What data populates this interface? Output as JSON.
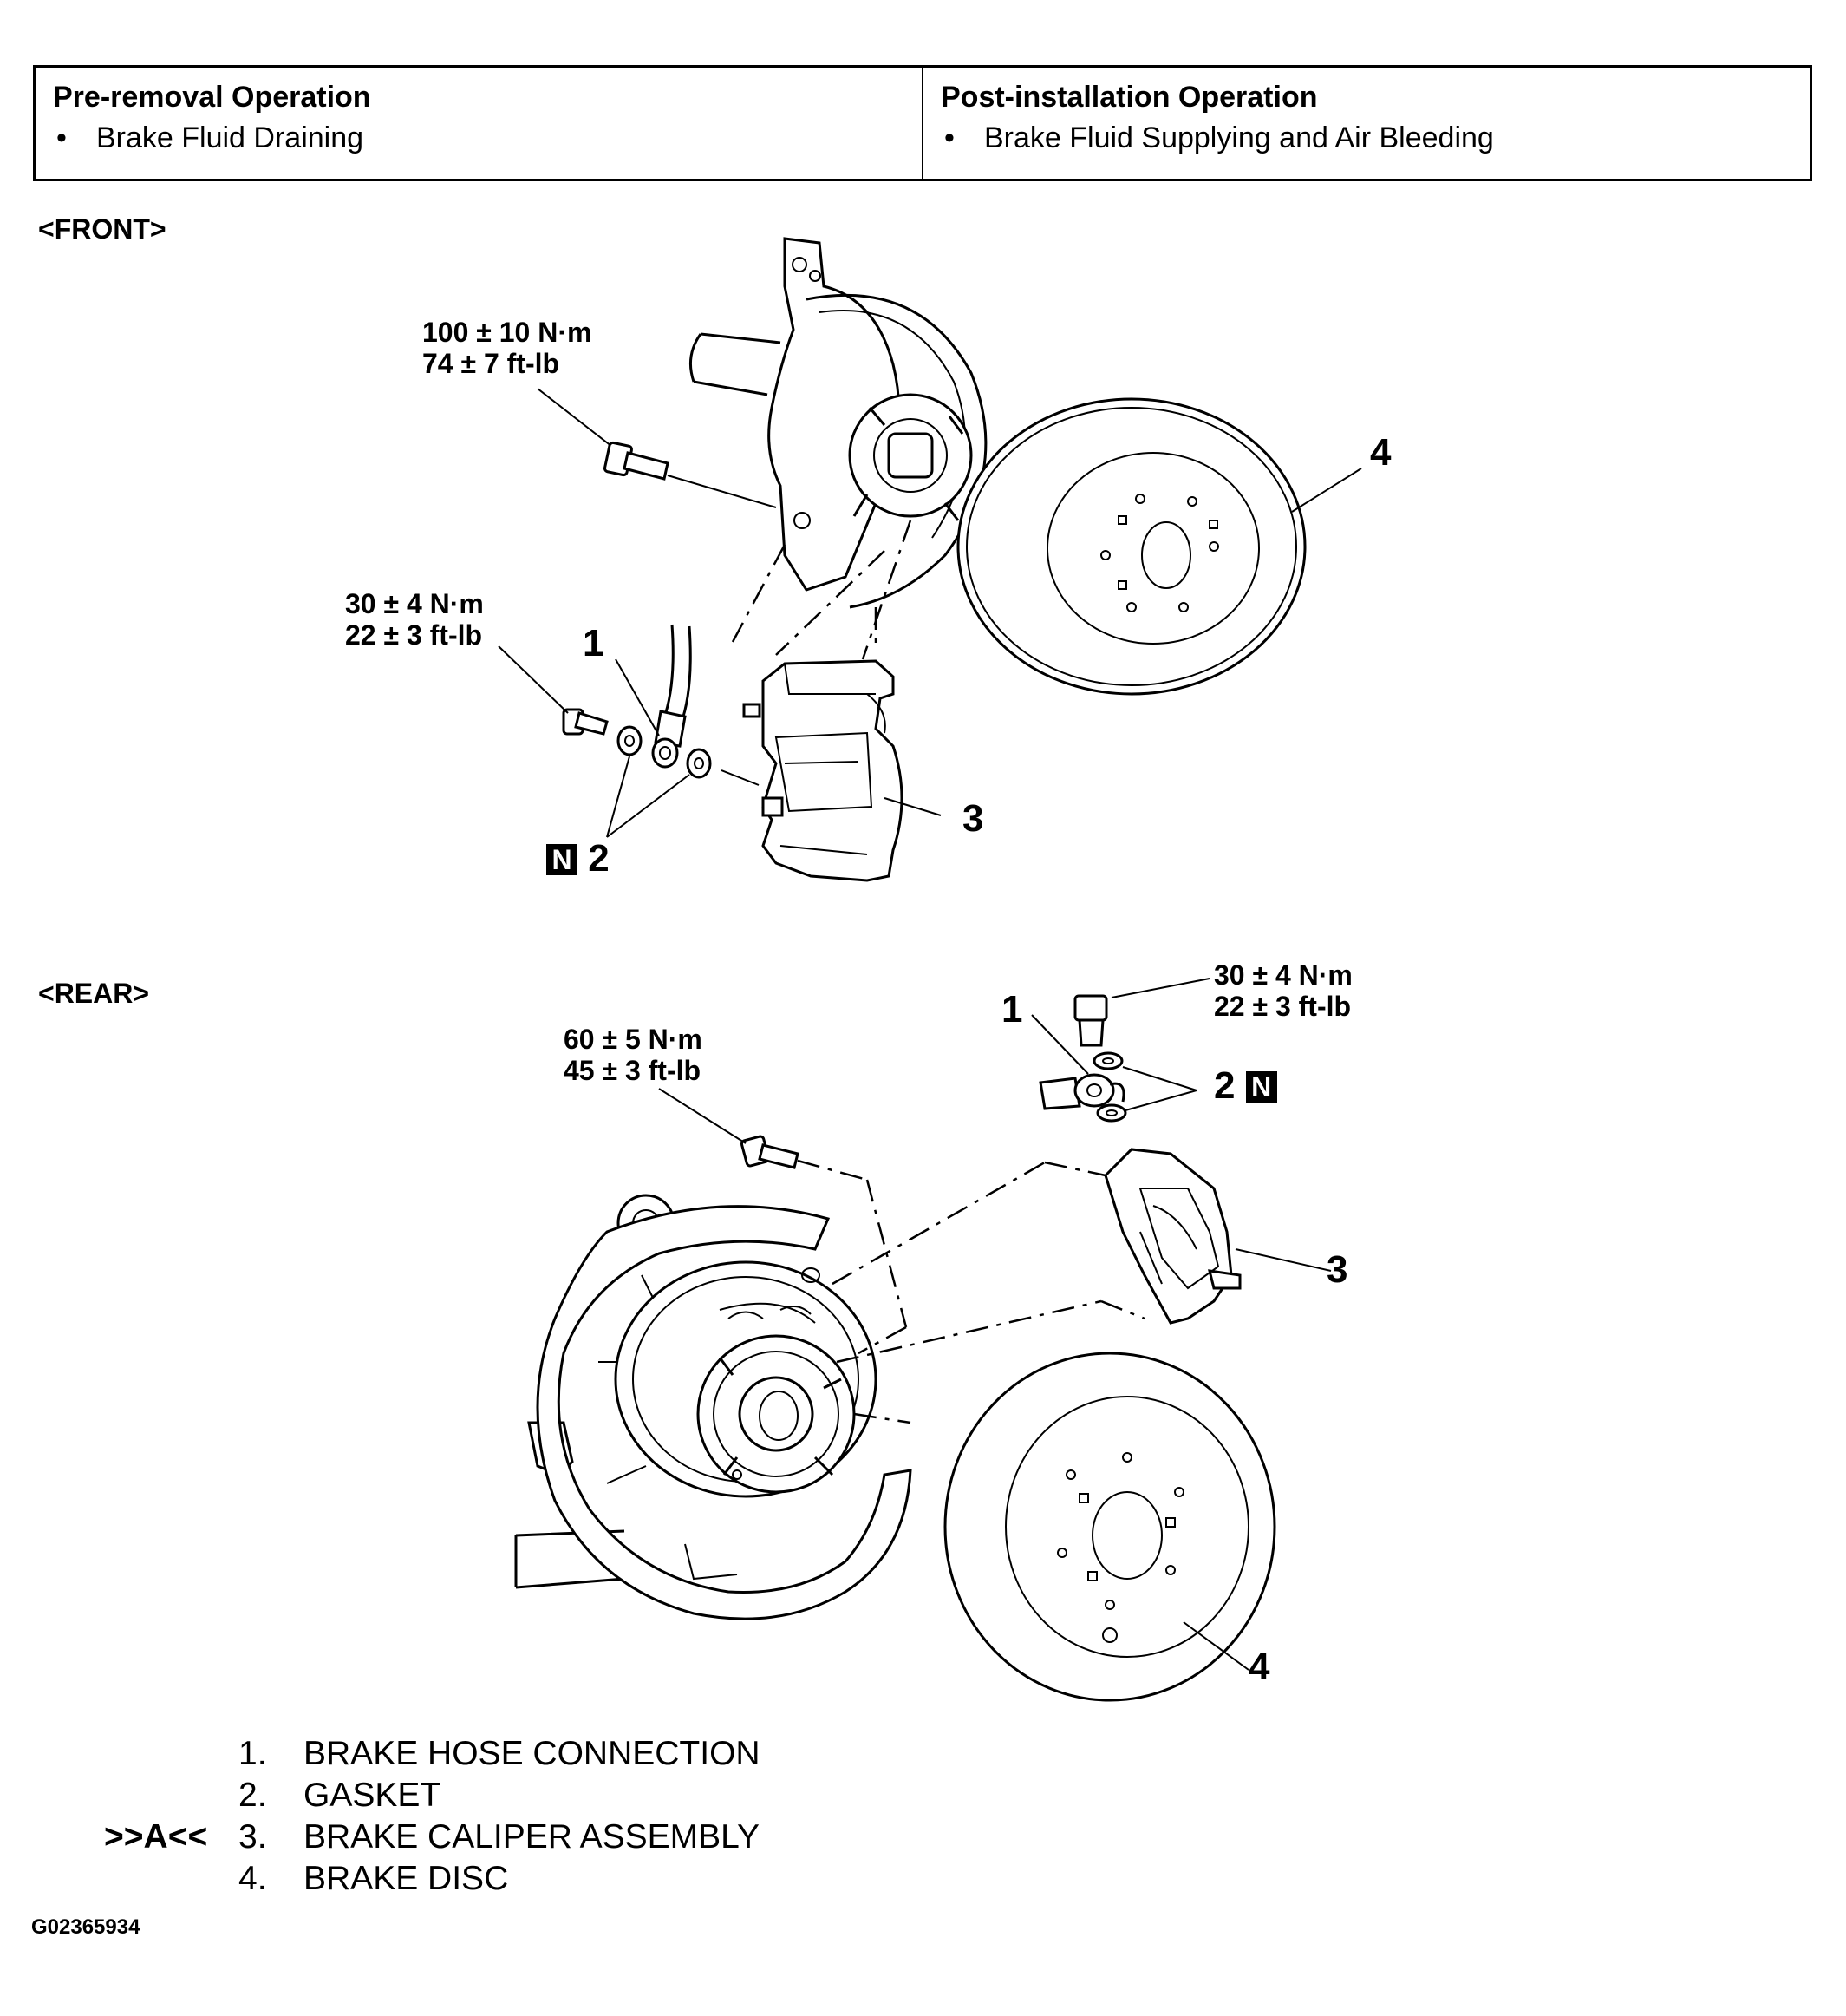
{
  "operations": {
    "pre_removal": {
      "heading": "Pre-removal Operation",
      "items": [
        "Brake Fluid Draining"
      ]
    },
    "post_installation": {
      "heading": "Post-installation Operation",
      "items": [
        "Brake Fluid Supplying and Air Bleeding"
      ]
    },
    "bullet": "•"
  },
  "sections": {
    "front": {
      "label": "<FRONT>",
      "torque_upper": {
        "metric": "100 ± 10 N·m",
        "imperial": "74 ± 7 ft-lb"
      },
      "torque_lower": {
        "metric": "30 ± 4 N·m",
        "imperial": "22 ± 3 ft-lb"
      },
      "callouts": [
        "1",
        "2",
        "3",
        "4"
      ],
      "n_mark": "N"
    },
    "rear": {
      "label": "<REAR>",
      "torque_left": {
        "metric": "60 ± 5 N·m",
        "imperial": "45 ± 3 ft-lb"
      },
      "torque_right": {
        "metric": "30 ± 4 N·m",
        "imperial": "22 ± 3 ft-lb"
      },
      "callouts": [
        "1",
        "2",
        "3",
        "4"
      ],
      "n_mark": "N"
    }
  },
  "legend": [
    {
      "tag": "",
      "num": "1.",
      "text": "BRAKE HOSE CONNECTION"
    },
    {
      "tag": "",
      "num": "2.",
      "text": "GASKET"
    },
    {
      "tag": ">>A<<",
      "num": "3.",
      "text": "BRAKE CALIPER ASSEMBLY"
    },
    {
      "tag": "",
      "num": "4.",
      "text": "BRAKE DISC"
    }
  ],
  "figure_id": "G02365934"
}
